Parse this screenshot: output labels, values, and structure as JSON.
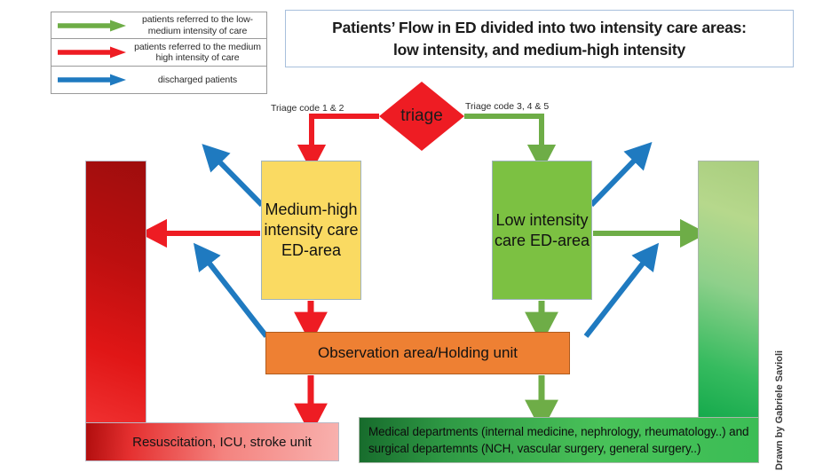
{
  "title": {
    "line1": "Patients’ Flow in ED divided into two intensity care areas:",
    "line2": "low intensity, and medium-high intensity"
  },
  "legend": {
    "items": [
      {
        "color": "#6ead47",
        "arrow_icon": "green-right-arrow-icon",
        "label": "patients referred to the low-medium intensity of care"
      },
      {
        "color": "#ee1c23",
        "arrow_icon": "red-right-arrow-icon",
        "label": "patients referred to the medium high intensity of care"
      },
      {
        "color": "#1f7ac0",
        "arrow_icon": "blue-right-arrow-icon",
        "label": "discharged patients"
      }
    ]
  },
  "nodes": {
    "triage": "triage",
    "medium_high": "Medium-high intensity care ED-area",
    "low": "Low intensity care ED-area",
    "observation": "Observation area/Holding unit",
    "resuscitation": "Resuscitation, ICU, stroke unit",
    "departments": "Medical departments (internal medicine, nephrology, rheumatology..) and surgical departemnts (NCH, vascular surgery, general surgery..)"
  },
  "edge_labels": {
    "left_code": "Triage code 1 & 2",
    "right_code": "Triage code 3, 4 & 5"
  },
  "credit": "Drawn by Gabriele Savioli",
  "colors": {
    "red": "#ee1c23",
    "green": "#6ead47",
    "blue": "#1f7ac0",
    "yellow_box": "#fada62",
    "green_box": "#7cc142",
    "orange_box": "#ee8033"
  }
}
